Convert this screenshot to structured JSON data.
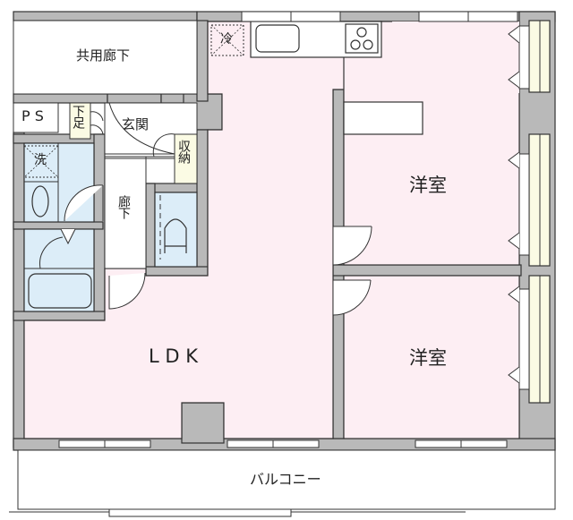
{
  "floorplan": {
    "colors": {
      "wall": "#b9b9b9",
      "line": "#333333",
      "room_pink": "#fdeef3",
      "wet_blue": "#dcedf8",
      "storage_cream": "#fbfbe4",
      "white": "#ffffff"
    },
    "rooms": {
      "common_corridor": "共用廊下",
      "ps": "P S",
      "shoe_storage": "下足",
      "entrance": "玄関",
      "storage": "収納",
      "hallway": "廊下",
      "laundry": "洗",
      "refrigerator": "冷",
      "ldk": "L D K",
      "western_room_1": "洋室",
      "western_room_2": "洋室",
      "balcony": "バルコニー"
    }
  }
}
